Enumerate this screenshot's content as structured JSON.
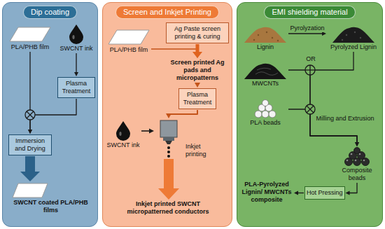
{
  "diagram": {
    "nodes": [
      {
        "text": [
          "Dip coating"
        ]
      },
      {
        "text": [
          "PLA/PHB film"
        ],
        "in": 0
      },
      {
        "text": [
          "SWCNT ink"
        ],
        "in": 0
      },
      {
        "text": [
          "Plasma Treatment"
        ],
        "in": 0
      },
      {
        "text": [
          "Immersion and Drying"
        ],
        "in": 0
      },
      {
        "text": [
          "SWCNT coated PLA/PHB films"
        ],
        "in": 0
      },
      {
        "text": [
          "Screen and Inkjet Printing"
        ]
      },
      {
        "text": [
          "Ag Paste screen printing & curing"
        ],
        "in": 6
      },
      {
        "text": [
          "PLA/PHB film"
        ],
        "in": 6
      },
      {
        "text": [
          "Screen printed Ag pads and micropatterns"
        ],
        "in": 6
      },
      {
        "text": [
          "Plasma Treatment"
        ],
        "in": 6
      },
      {
        "text": [
          "SWCNT ink"
        ],
        "in": 6
      },
      {
        "text": [
          "Inkjet printing"
        ],
        "in": 6
      },
      {
        "text": [
          "Inkjet printed SWCNT micropatterned conductors"
        ],
        "in": 6
      },
      {
        "text": [
          "EMI shielding material"
        ]
      },
      {
        "text": [
          "Lignin"
        ],
        "in": 14
      },
      {
        "text": [
          "Pyrolyzed Lignin"
        ],
        "in": 14
      },
      {
        "text": [
          "MWCNTs"
        ],
        "in": 14
      },
      {
        "text": [
          "PLA beads"
        ],
        "in": 14
      },
      {
        "text": [
          "Composite beads"
        ],
        "in": 14
      },
      {
        "text": [
          "Hot Pressing"
        ],
        "in": 14
      },
      {
        "text": [
          "PLA-Pyrolyzed Lignin/ MWCNTs composite"
        ],
        "in": 14
      }
    ],
    "edges": [
      {
        "from": 2,
        "to": 3,
        "arrow": "to"
      },
      {
        "from": 1,
        "to": 4,
        "arrow": "to"
      },
      {
        "from": 3,
        "to": 4,
        "arrow": "to"
      },
      {
        "from": 4,
        "to": 5,
        "arrow": "to"
      },
      {
        "from": 8,
        "to": 9,
        "arrow": "to"
      },
      {
        "from": 7,
        "to": 9,
        "arrow": "to"
      },
      {
        "from": 9,
        "to": 10,
        "arrow": "to"
      },
      {
        "from": 10,
        "to": 12,
        "arrow": "to"
      },
      {
        "from": 11,
        "to": 12,
        "arrow": "to"
      },
      {
        "from": 12,
        "to": 13,
        "arrow": "to"
      },
      {
        "from": 15,
        "to": 16,
        "label": "Pyrolyzation",
        "arrow": "to"
      },
      {
        "from": 16,
        "to": 19,
        "arrow": "to"
      },
      {
        "from": 17,
        "to": 19,
        "arrow": "to"
      },
      {
        "from": 18,
        "to": 19,
        "arrow": "to"
      },
      {
        "from": 19,
        "to": 20,
        "arrow": "to"
      },
      {
        "from": 20,
        "to": 21,
        "arrow": "to"
      }
    ],
    "labels": [
      "OR",
      "Milling and Extrusion"
    ]
  }
}
